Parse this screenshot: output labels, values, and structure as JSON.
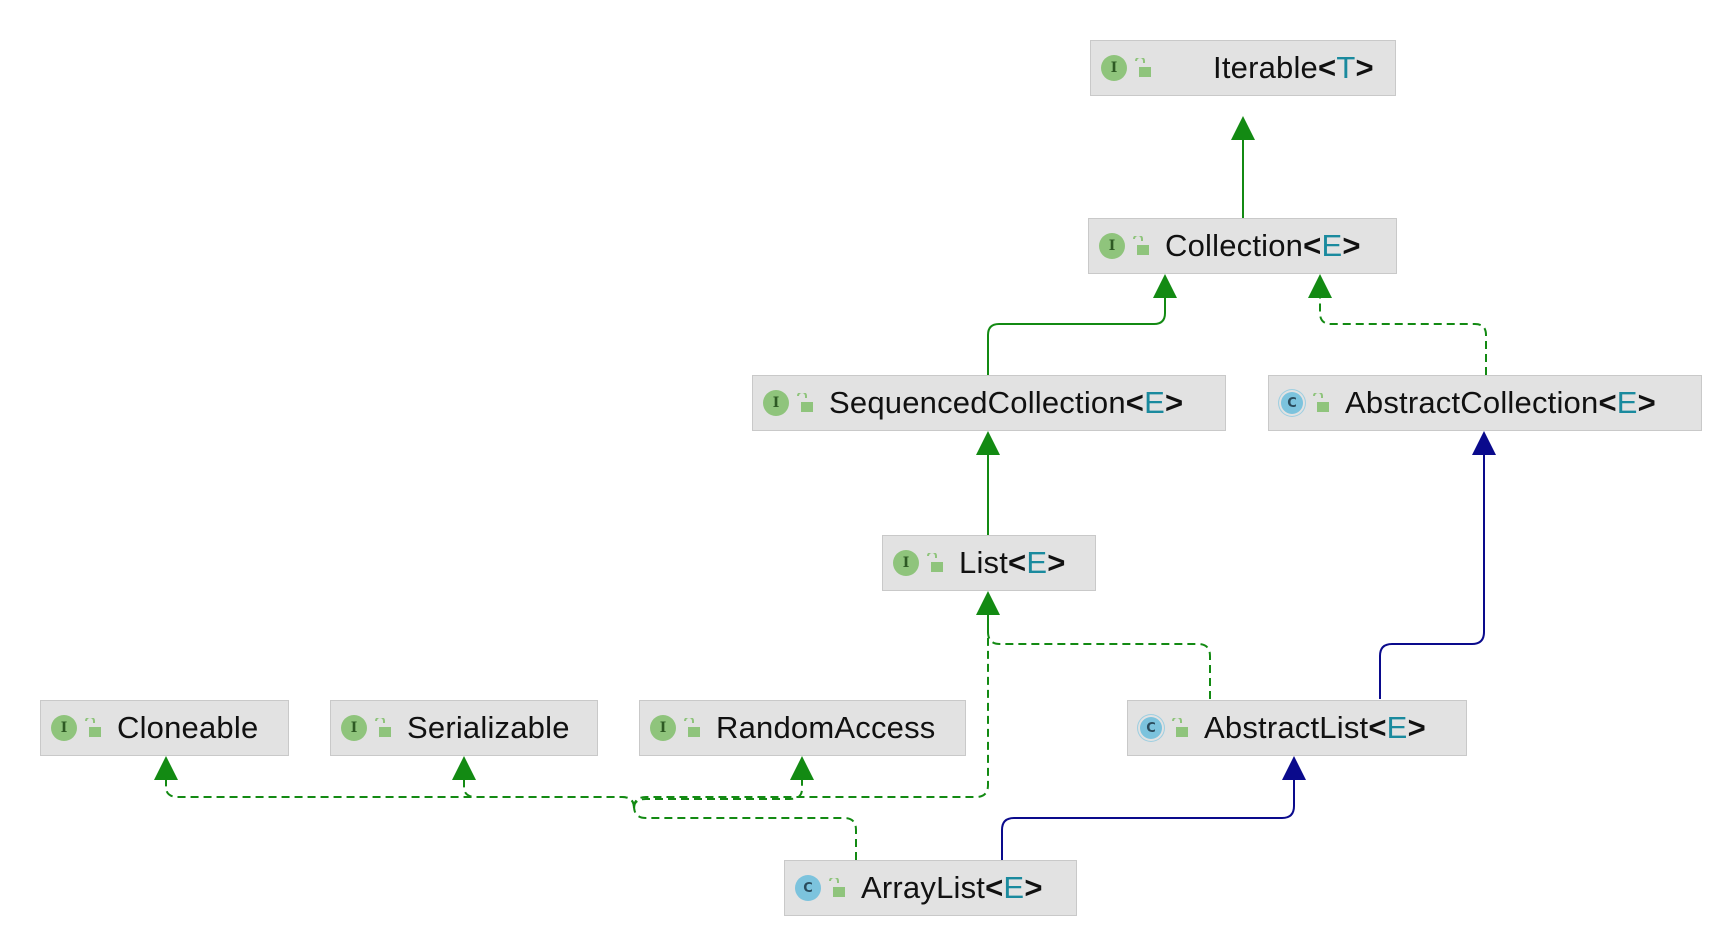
{
  "nodes": {
    "iterable": {
      "kind": "interface",
      "badge": "I",
      "icon": "unlock-icon",
      "name": "Iterable",
      "open": "<",
      "param": "T",
      "close": ">"
    },
    "collection": {
      "kind": "interface",
      "badge": "I",
      "icon": "unlock-icon",
      "name": "Collection",
      "open": "<",
      "param": "E",
      "close": ">"
    },
    "sequenced": {
      "kind": "interface",
      "badge": "I",
      "icon": "unlock-icon",
      "name": "SequencedCollection",
      "open": "<",
      "param": "E",
      "close": ">"
    },
    "abstractcoll": {
      "kind": "abstract-class",
      "badge": "C",
      "icon": "unlock-icon",
      "name": "AbstractCollection",
      "open": "<",
      "param": "E",
      "close": ">"
    },
    "list": {
      "kind": "interface",
      "badge": "I",
      "icon": "unlock-icon",
      "name": "List",
      "open": "<",
      "param": "E",
      "close": ">"
    },
    "cloneable": {
      "kind": "interface",
      "badge": "I",
      "icon": "unlock-icon",
      "name": "Cloneable"
    },
    "serializable": {
      "kind": "interface",
      "badge": "I",
      "icon": "unlock-icon",
      "name": "Serializable"
    },
    "randomaccess": {
      "kind": "interface",
      "badge": "I",
      "icon": "unlock-icon",
      "name": "RandomAccess"
    },
    "abstractlist": {
      "kind": "abstract-class",
      "badge": "C",
      "icon": "unlock-icon",
      "name": "AbstractList",
      "open": "<",
      "param": "E",
      "close": ">"
    },
    "arraylist": {
      "kind": "class",
      "badge": "C",
      "icon": "unlock-icon",
      "name": "ArrayList",
      "open": "<",
      "param": "E",
      "close": ">"
    }
  },
  "edges": [
    {
      "from": "collection",
      "to": "iterable",
      "relation": "extends"
    },
    {
      "from": "sequenced",
      "to": "collection",
      "relation": "extends"
    },
    {
      "from": "abstractcoll",
      "to": "collection",
      "relation": "implements"
    },
    {
      "from": "list",
      "to": "sequenced",
      "relation": "extends"
    },
    {
      "from": "abstractlist",
      "to": "abstractcoll",
      "relation": "extends"
    },
    {
      "from": "abstractlist",
      "to": "list",
      "relation": "implements"
    },
    {
      "from": "arraylist",
      "to": "abstractlist",
      "relation": "extends"
    },
    {
      "from": "arraylist",
      "to": "list",
      "relation": "implements"
    },
    {
      "from": "arraylist",
      "to": "cloneable",
      "relation": "implements"
    },
    {
      "from": "arraylist",
      "to": "serializable",
      "relation": "implements"
    },
    {
      "from": "arraylist",
      "to": "randomaccess",
      "relation": "implements"
    }
  ],
  "colors": {
    "interface_edge": "#138a13",
    "class_edge": "#0a0a8c",
    "type_param": "#1a8a9e",
    "node_bg": "#e2e2e2",
    "interface_badge": "#8fc47c",
    "class_badge": "#7cc3dd",
    "lock": "#8fc47c"
  }
}
